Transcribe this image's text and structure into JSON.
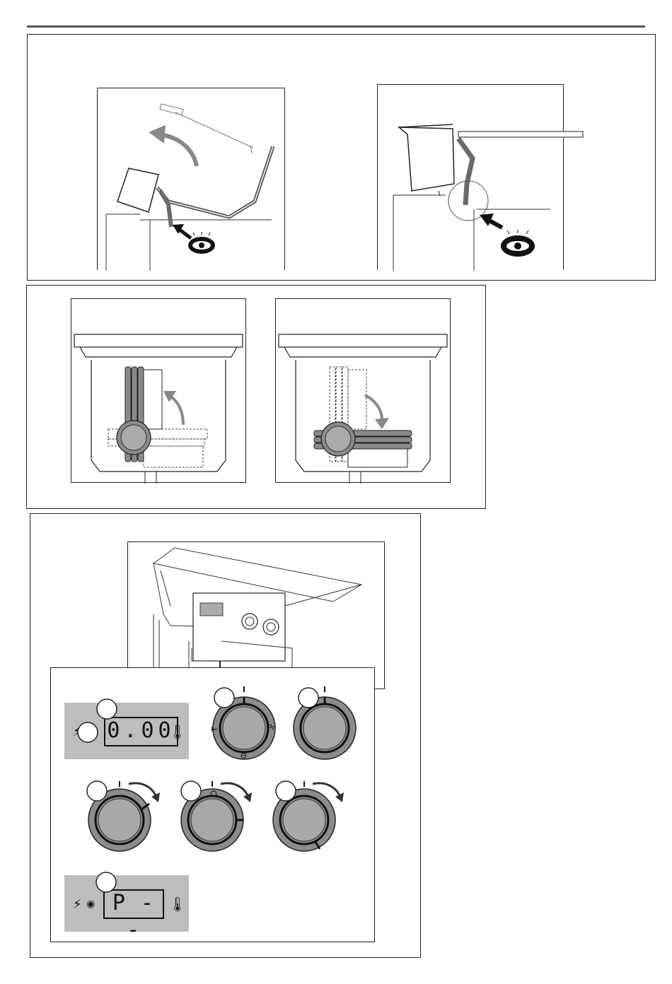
{
  "figure_1": {
    "left_view": {
      "eye_icon": "eye-icon",
      "arrow_icon": "curved-arrow-icon"
    },
    "right_view": {
      "eye_icon": "eye-icon"
    }
  },
  "figure_2": {
    "left_view": {
      "arrow_icon": "curved-arrow-up-icon"
    },
    "right_view": {
      "arrow_icon": "curved-arrow-down-icon"
    }
  },
  "figure_3": {
    "display_top": {
      "readout": "0.00",
      "icons": [
        "lightning-icon",
        "thermometer-icon"
      ]
    },
    "knob_main": {
      "label_left": "T",
      "label_right": "Pr",
      "label_bottom": "Θ"
    },
    "display_bottom": {
      "readout": "P - -",
      "icons": [
        "lightning-icon",
        "indicator-dot-icon",
        "thermometer-icon"
      ]
    }
  },
  "colors": {
    "stroke": "#222222",
    "panel_gray": "#bdbdbd",
    "knob_ring": "#8c8c8c",
    "knob_face": "#a8a8a8",
    "arrow_gray": "#7a7a7a"
  }
}
